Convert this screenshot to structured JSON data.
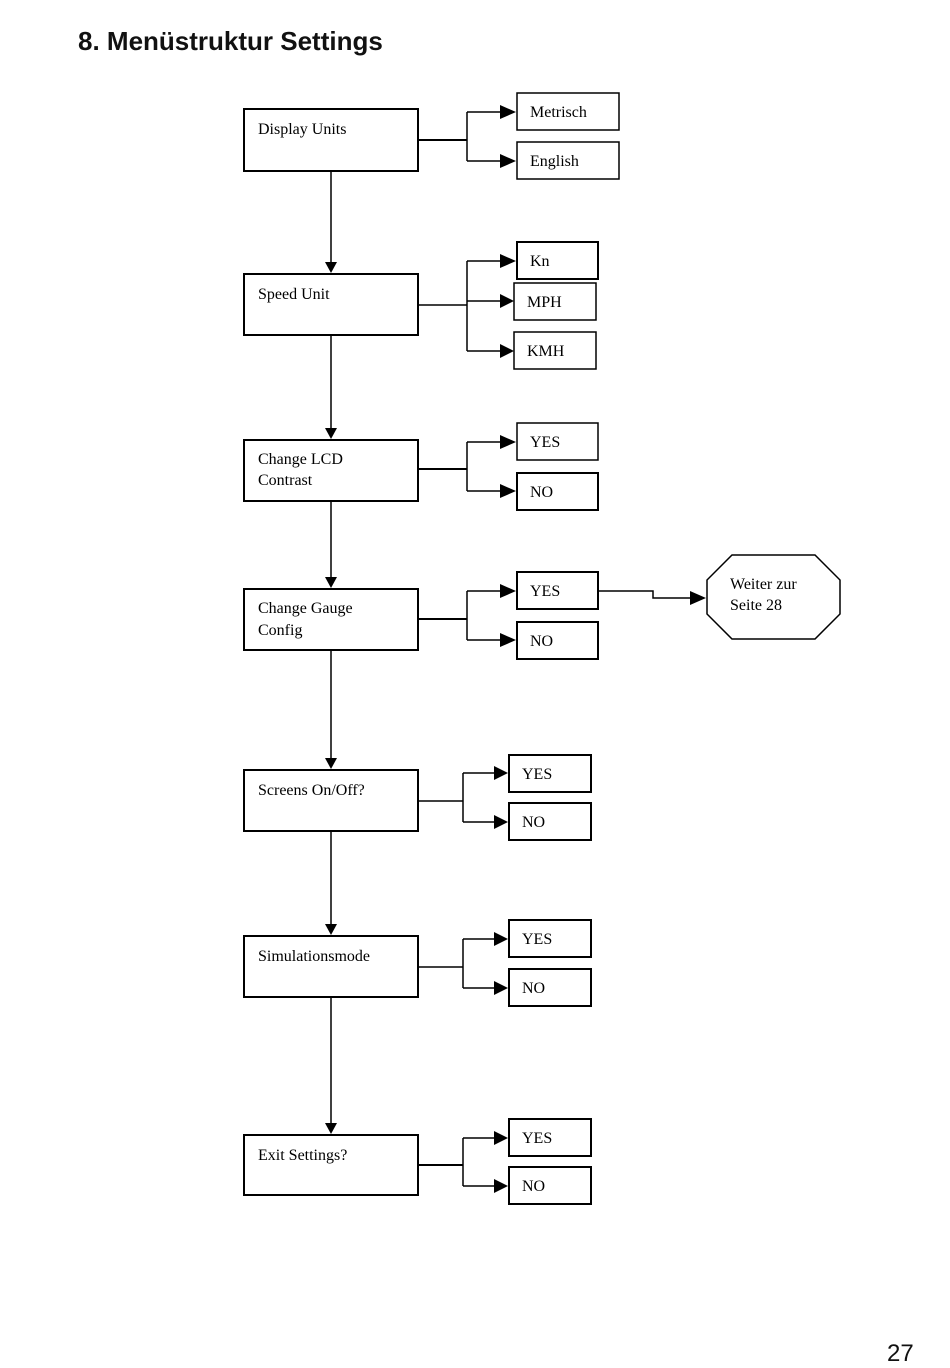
{
  "page": {
    "title": "8.  Menüstruktur Settings",
    "page_number": "27"
  },
  "menu": [
    {
      "label": [
        "Display Units"
      ],
      "options": [
        "Metrisch",
        "English"
      ]
    },
    {
      "label": [
        "Speed Unit"
      ],
      "options": [
        "Kn",
        "MPH",
        "KMH"
      ]
    },
    {
      "label": [
        "Change LCD",
        "Contrast"
      ],
      "options": [
        "YES",
        "NO"
      ]
    },
    {
      "label": [
        "Change Gauge",
        "Config"
      ],
      "options": [
        "YES",
        "NO"
      ]
    },
    {
      "label": [
        "Screens On/Off?"
      ],
      "options": [
        "YES",
        "NO"
      ]
    },
    {
      "label": [
        "Simulationsmode"
      ],
      "options": [
        "YES",
        "NO"
      ]
    },
    {
      "label": [
        "Exit Settings?"
      ],
      "options": [
        "YES",
        "NO"
      ]
    }
  ],
  "continuation": {
    "lines": [
      "Weiter zur",
      "Seite 28"
    ]
  }
}
